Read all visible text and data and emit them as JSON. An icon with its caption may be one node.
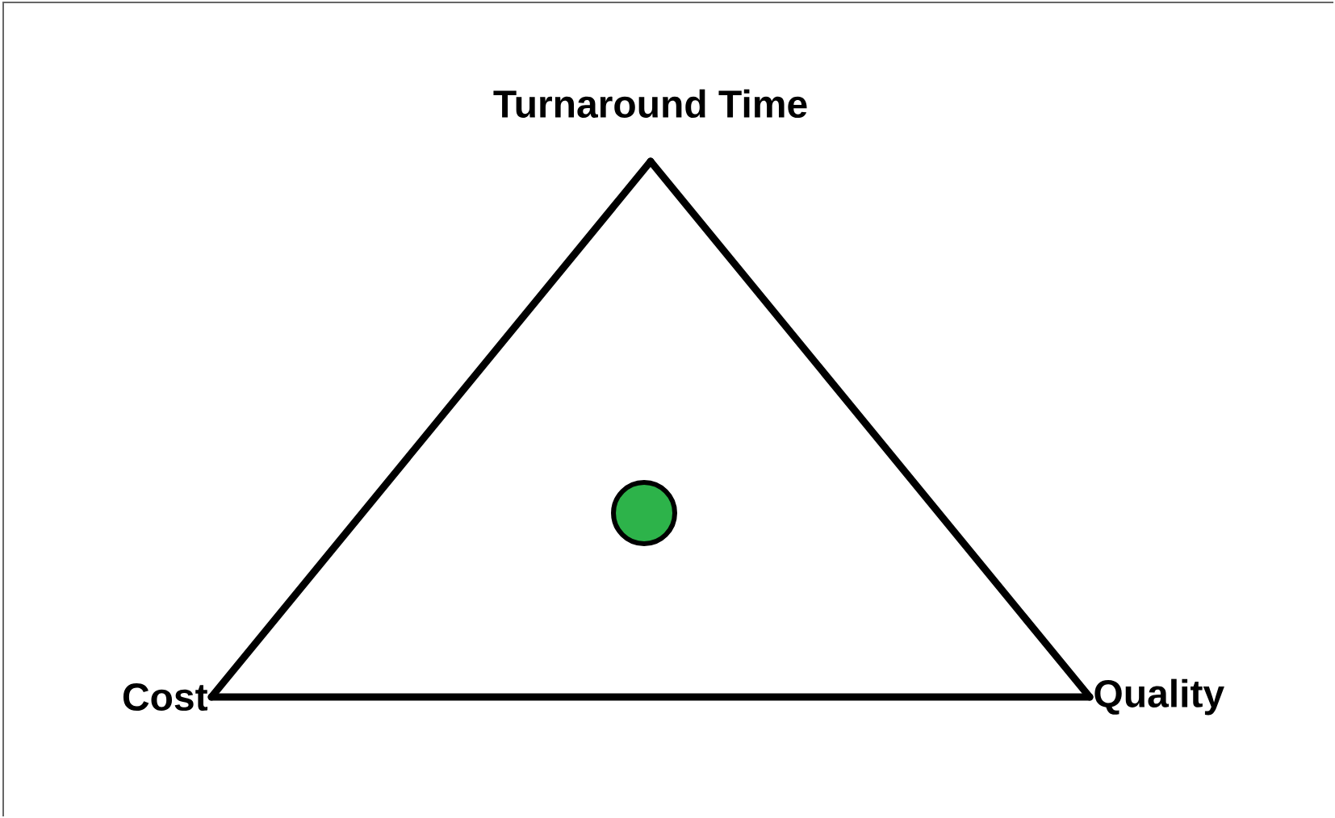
{
  "diagram": {
    "nodes": [
      {
        "text": [
          "Turnaround Time"
        ]
      },
      {
        "text": [
          "Cost"
        ]
      },
      {
        "text": [
          "Quality"
        ]
      },
      {
        "text": [],
        "shape": "circle"
      }
    ],
    "edges": [
      {
        "from": 0,
        "to": 1,
        "arrow": "none"
      },
      {
        "from": 1,
        "to": 2,
        "arrow": "none"
      },
      {
        "from": 2,
        "to": 0,
        "arrow": "none"
      }
    ]
  }
}
